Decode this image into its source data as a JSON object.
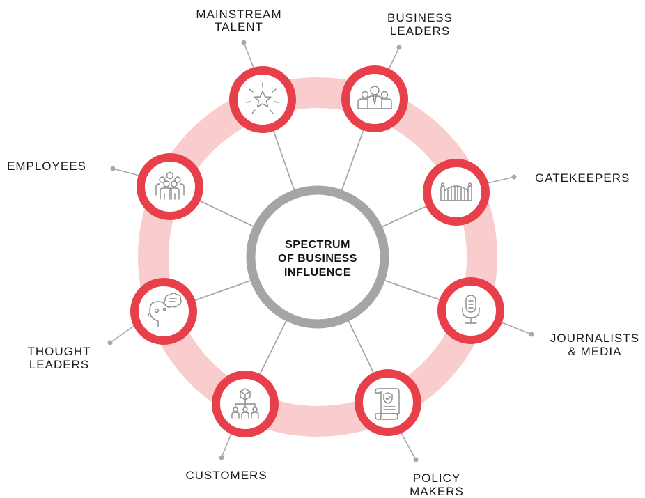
{
  "center": {
    "lines": [
      "SPECTRUM",
      "OF BUSINESS",
      "INFLUENCE"
    ]
  },
  "nodes": [
    {
      "id": "mainstream-talent",
      "label_lines": [
        "MAINSTREAM",
        "TALENT"
      ],
      "icon": "star-burst-icon"
    },
    {
      "id": "business-leaders",
      "label_lines": [
        "BUSINESS",
        "LEADERS"
      ],
      "icon": "business-team-icon"
    },
    {
      "id": "gatekeepers",
      "label_lines": [
        "GATEKEEPERS"
      ],
      "icon": "gate-icon"
    },
    {
      "id": "journalists-media",
      "label_lines": [
        "JOURNALISTS",
        "& MEDIA"
      ],
      "icon": "microphone-icon"
    },
    {
      "id": "policy-makers",
      "label_lines": [
        "POLICY",
        "MAKERS"
      ],
      "icon": "policy-document-icon"
    },
    {
      "id": "customers",
      "label_lines": [
        "CUSTOMERS"
      ],
      "icon": "customers-network-icon"
    },
    {
      "id": "thought-leaders",
      "label_lines": [
        "THOUGHT",
        "LEADERS"
      ],
      "icon": "thought-head-icon"
    },
    {
      "id": "employees",
      "label_lines": [
        "EMPLOYEES"
      ],
      "icon": "employees-group-icon"
    }
  ],
  "colors": {
    "ring": "#f9cdcd",
    "node_border": "#e8404a",
    "center_border": "#a5a5a5",
    "connector": "#a8a8a8",
    "icon": "#8a8a8a",
    "text": "#1a1a1a"
  }
}
